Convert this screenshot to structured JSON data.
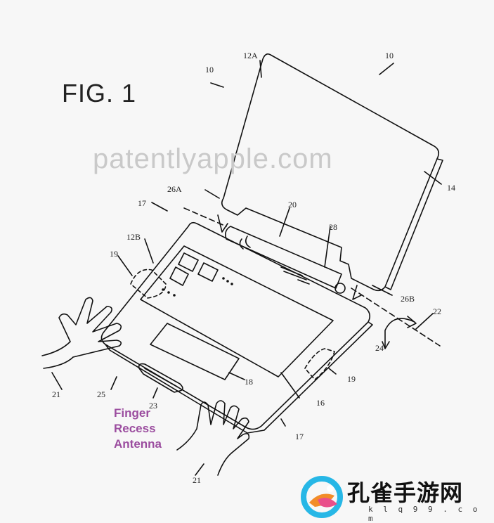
{
  "figure": {
    "title": "FIG. 1",
    "watermark": "patentlyapple.com"
  },
  "annotation": {
    "lines": [
      "Finger",
      "Recess",
      "Antenna"
    ],
    "color": "#9b4d9f"
  },
  "labels": {
    "ref_10_left": "10",
    "ref_10_right": "10",
    "ref_12A": "12A",
    "ref_12B": "12B",
    "ref_14": "14",
    "ref_16": "16",
    "ref_17_top": "17",
    "ref_17_bottom": "17",
    "ref_18": "18",
    "ref_19_left": "19",
    "ref_19_right": "19",
    "ref_20": "20",
    "ref_21_left": "21",
    "ref_21_bottom": "21",
    "ref_22": "22",
    "ref_23": "23",
    "ref_24": "24",
    "ref_25": "25",
    "ref_26A": "26A",
    "ref_26B": "26B",
    "ref_28": "28"
  },
  "logo": {
    "text": "孔雀手游网",
    "url": "k l q 9 9 . c o m",
    "colors": {
      "cyan": "#27b7e6",
      "orange": "#f28c28",
      "pink": "#e94f8a"
    }
  }
}
